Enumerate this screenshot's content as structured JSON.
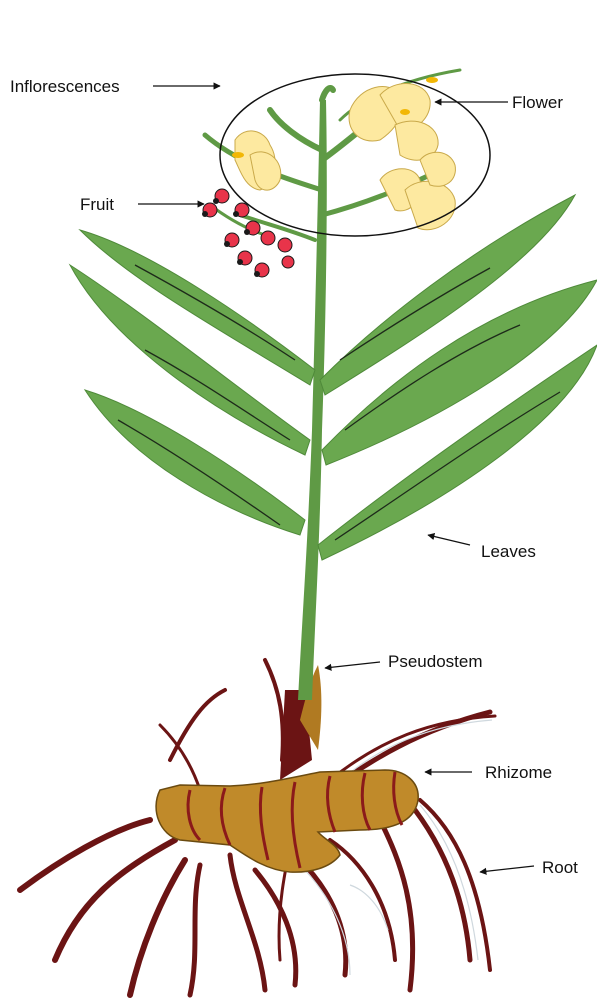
{
  "labels": {
    "inflorescences": "Inflorescences",
    "flower": "Flower",
    "fruit": "Fruit",
    "leaves": "Leaves",
    "pseudostem": "Pseudostem",
    "rhizome": "Rhizome",
    "root": "Root"
  },
  "colors": {
    "leaf": "#6aa84f",
    "leaf_dark": "#4f8a3a",
    "stem": "#5f9a45",
    "flower": "#fde9a0",
    "flower_edge": "#c9a94a",
    "anther": "#f2b705",
    "fruit": "#e8344a",
    "fruit_dark": "#1a1a1a",
    "rhizome": "#c08a2a",
    "rhizome_ring": "#8b1a1a",
    "root": "#6b1414",
    "text": "#111111"
  }
}
